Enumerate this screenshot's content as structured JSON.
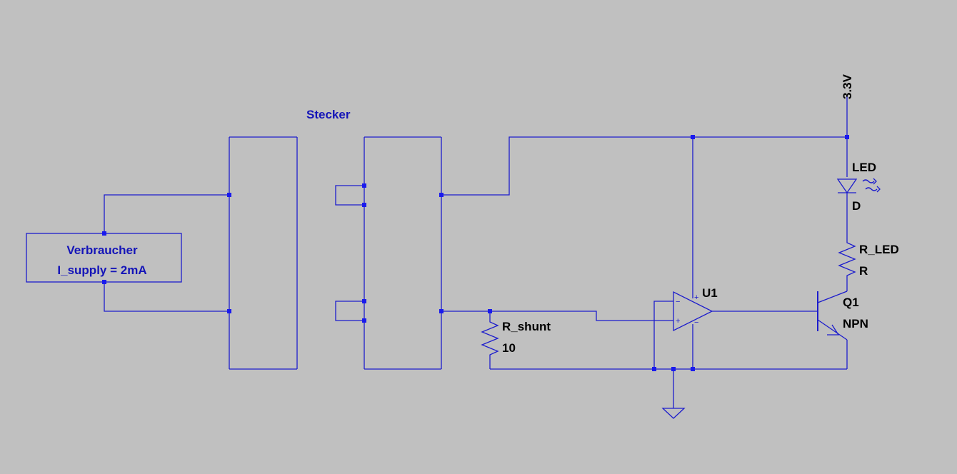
{
  "colors": {
    "background": "#c0c0c0",
    "wire": "#1c1ccc",
    "node": "#1a1aee",
    "component_label": "#000000",
    "block_label": "#1414b8"
  },
  "labels": {
    "connector": "Stecker",
    "load_name": "Verbraucher",
    "load_current": "I_supply = 2mA",
    "supply_voltage": "3.3V",
    "led_name": "LED",
    "led_type": "D",
    "r_led_name": "R_LED",
    "r_led_value": "R",
    "opamp_name": "U1",
    "shunt_name": "R_shunt",
    "shunt_value": "10",
    "transistor_name": "Q1",
    "transistor_type": "NPN"
  },
  "opamp_pins": {
    "minus_input": "−",
    "plus_input": "+",
    "supply_pos": "+",
    "supply_neg": "−"
  }
}
